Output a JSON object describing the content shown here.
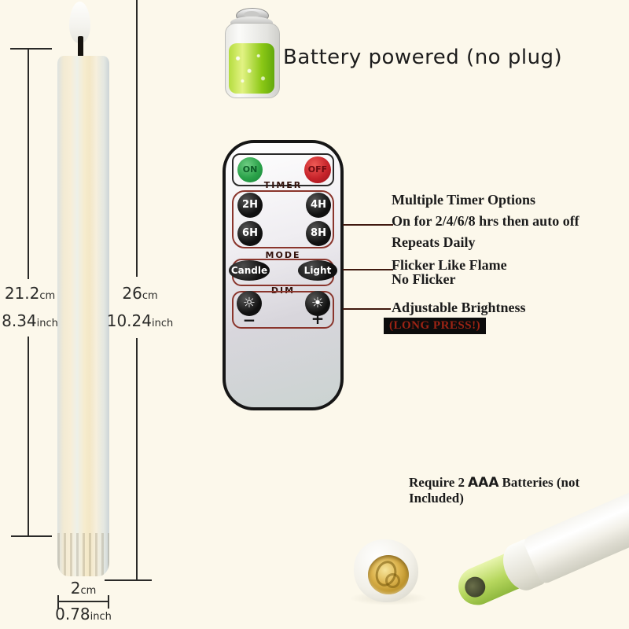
{
  "page": {
    "background": "#fcf8eb"
  },
  "banner": {
    "icon": "battery-icon",
    "label": "Battery powered (no plug)"
  },
  "measurements": {
    "left": {
      "metric_value": "21.2",
      "metric_unit": "cm",
      "imperial_value": "8.34",
      "imperial_unit": "inch"
    },
    "right": {
      "metric_value": "26",
      "metric_unit": "cm",
      "imperial_value": "10.24",
      "imperial_unit": "inch"
    },
    "bottom": {
      "metric_value": "2",
      "metric_unit": "cm",
      "imperial_value": "0.78",
      "imperial_unit": "inch"
    }
  },
  "remote": {
    "power_on": "ON",
    "power_off": "OFF",
    "timer": {
      "label": "TIMER",
      "buttons": [
        "2H",
        "4H",
        "6H",
        "8H"
      ]
    },
    "mode": {
      "label": "MODE",
      "buttons": [
        "Candle",
        "Light"
      ]
    },
    "dim": {
      "label": "DIM",
      "low_icon": "brightness-low-icon",
      "high_icon": "brightness-high-icon",
      "low_glyph": "☼",
      "high_glyph": "☀",
      "minus_label": "−",
      "plus_label": "+"
    }
  },
  "callouts": {
    "timer": {
      "line1": "Multiple Timer Options",
      "line2": "On for 2/4/6/8 hrs then auto off",
      "line3": "Repeats Daily"
    },
    "mode": {
      "line1": "Flicker Like Flame",
      "line2": "No Flicker"
    },
    "dim": {
      "line1": "Adjustable Brightness",
      "badge": "(LONG PRESS!)"
    }
  },
  "battery_note": {
    "prefix": "Require 2",
    "highlight": "AAA",
    "suffix": "Batteries (not Included)"
  },
  "colors": {
    "section_outline_red": "#8a352c",
    "on_green": "#2ba24a",
    "off_red": "#c6232a",
    "badge_red": "#9c2314",
    "battery_green": "#8cc816",
    "candle_ivory": "#f6ecce"
  }
}
